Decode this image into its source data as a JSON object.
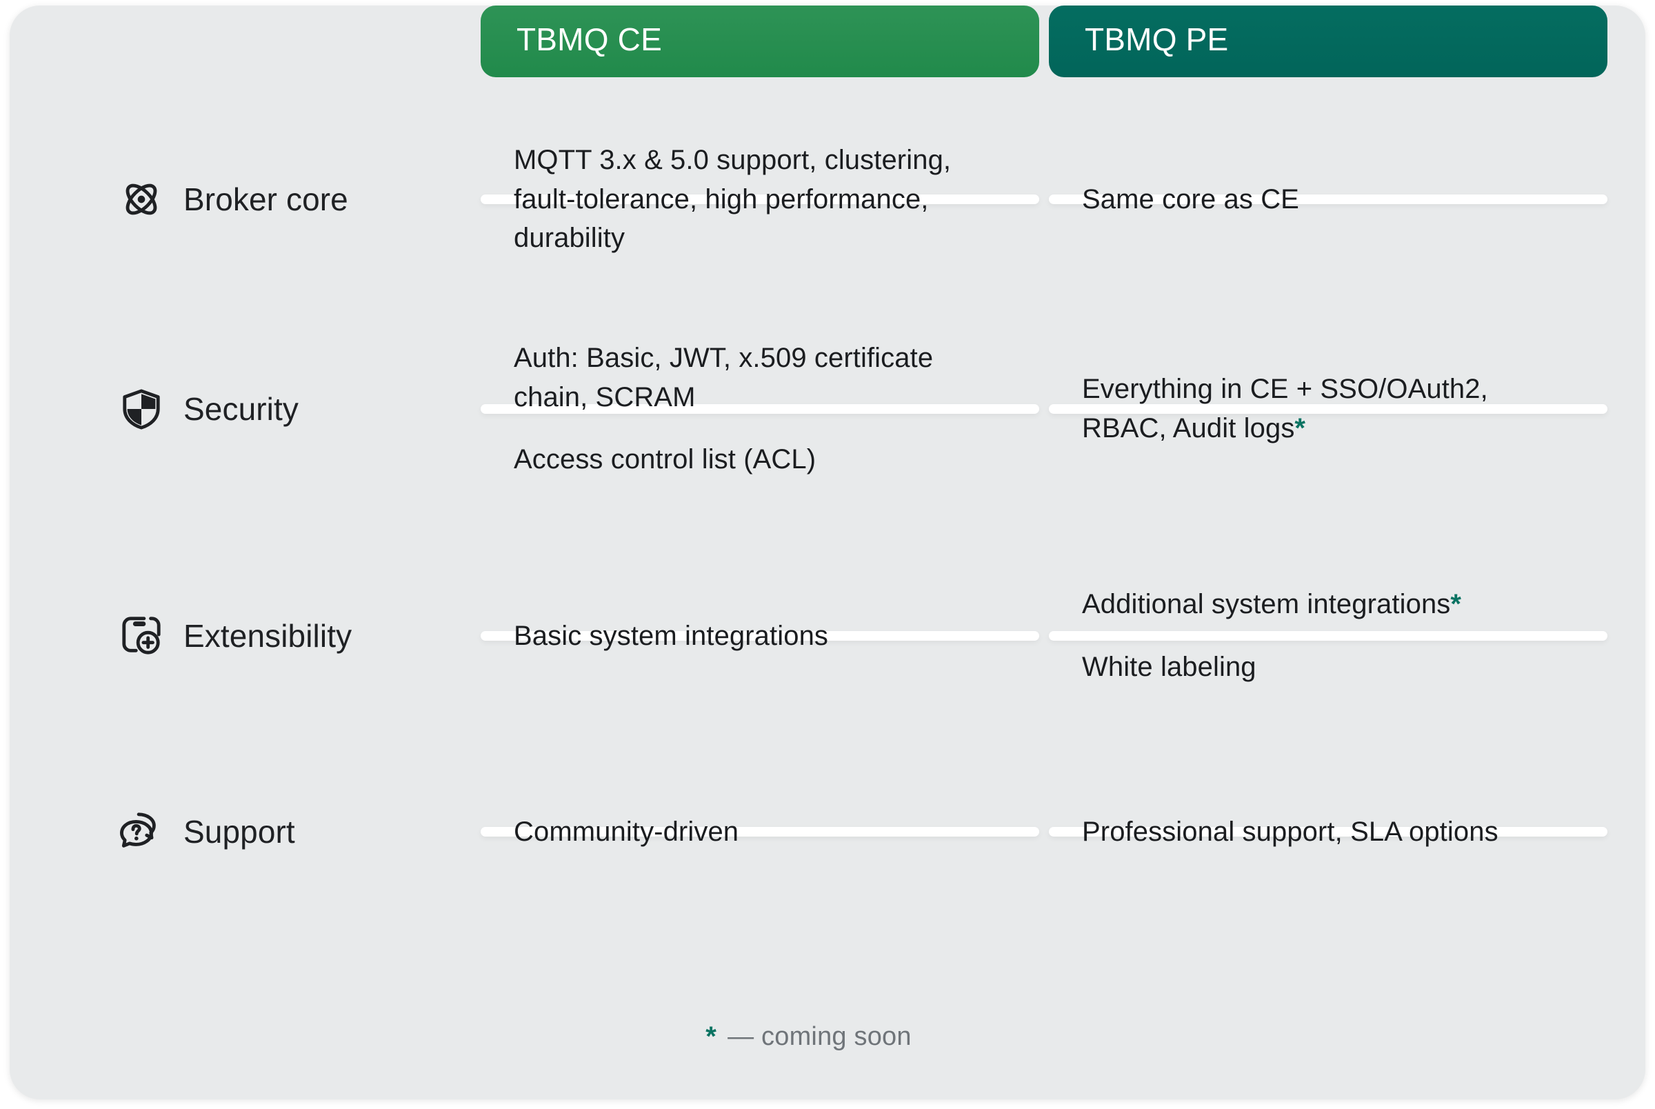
{
  "columns": [
    {
      "key": "ce",
      "label": "TBMQ CE",
      "color": "#2e9356"
    },
    {
      "key": "pe",
      "label": "TBMQ PE",
      "color": "#046d60"
    }
  ],
  "rows": [
    {
      "icon": "atom-icon",
      "label": "Broker core",
      "ce": [
        "MQTT 3.x & 5.0 support, clustering, fault-tolerance, high performance, durability"
      ],
      "pe": [
        "Same core as CE"
      ]
    },
    {
      "icon": "shield-icon",
      "label": "Security",
      "ce": [
        "Auth: Basic, JWT, x.509 certificate chain, SCRAM",
        "Access control list (ACL)"
      ],
      "pe": [
        "Everything in CE + SSO/OAuth2, RBAC, Audit logs"
      ]
    },
    {
      "icon": "module-plus-icon",
      "label": "Extensibility",
      "ce": [
        "Basic system integrations"
      ],
      "pe": [
        "Additional system integrations",
        "White labeling"
      ]
    },
    {
      "icon": "support-chat-icon",
      "label": "Support",
      "ce": [
        "Community-driven"
      ],
      "pe": [
        "Professional support, SLA options"
      ]
    }
  ],
  "footnote": {
    "marker": "*",
    "text": "— coming soon"
  },
  "markers": {
    "asterisk": "*",
    "asterisk_color": "#0a7362"
  }
}
